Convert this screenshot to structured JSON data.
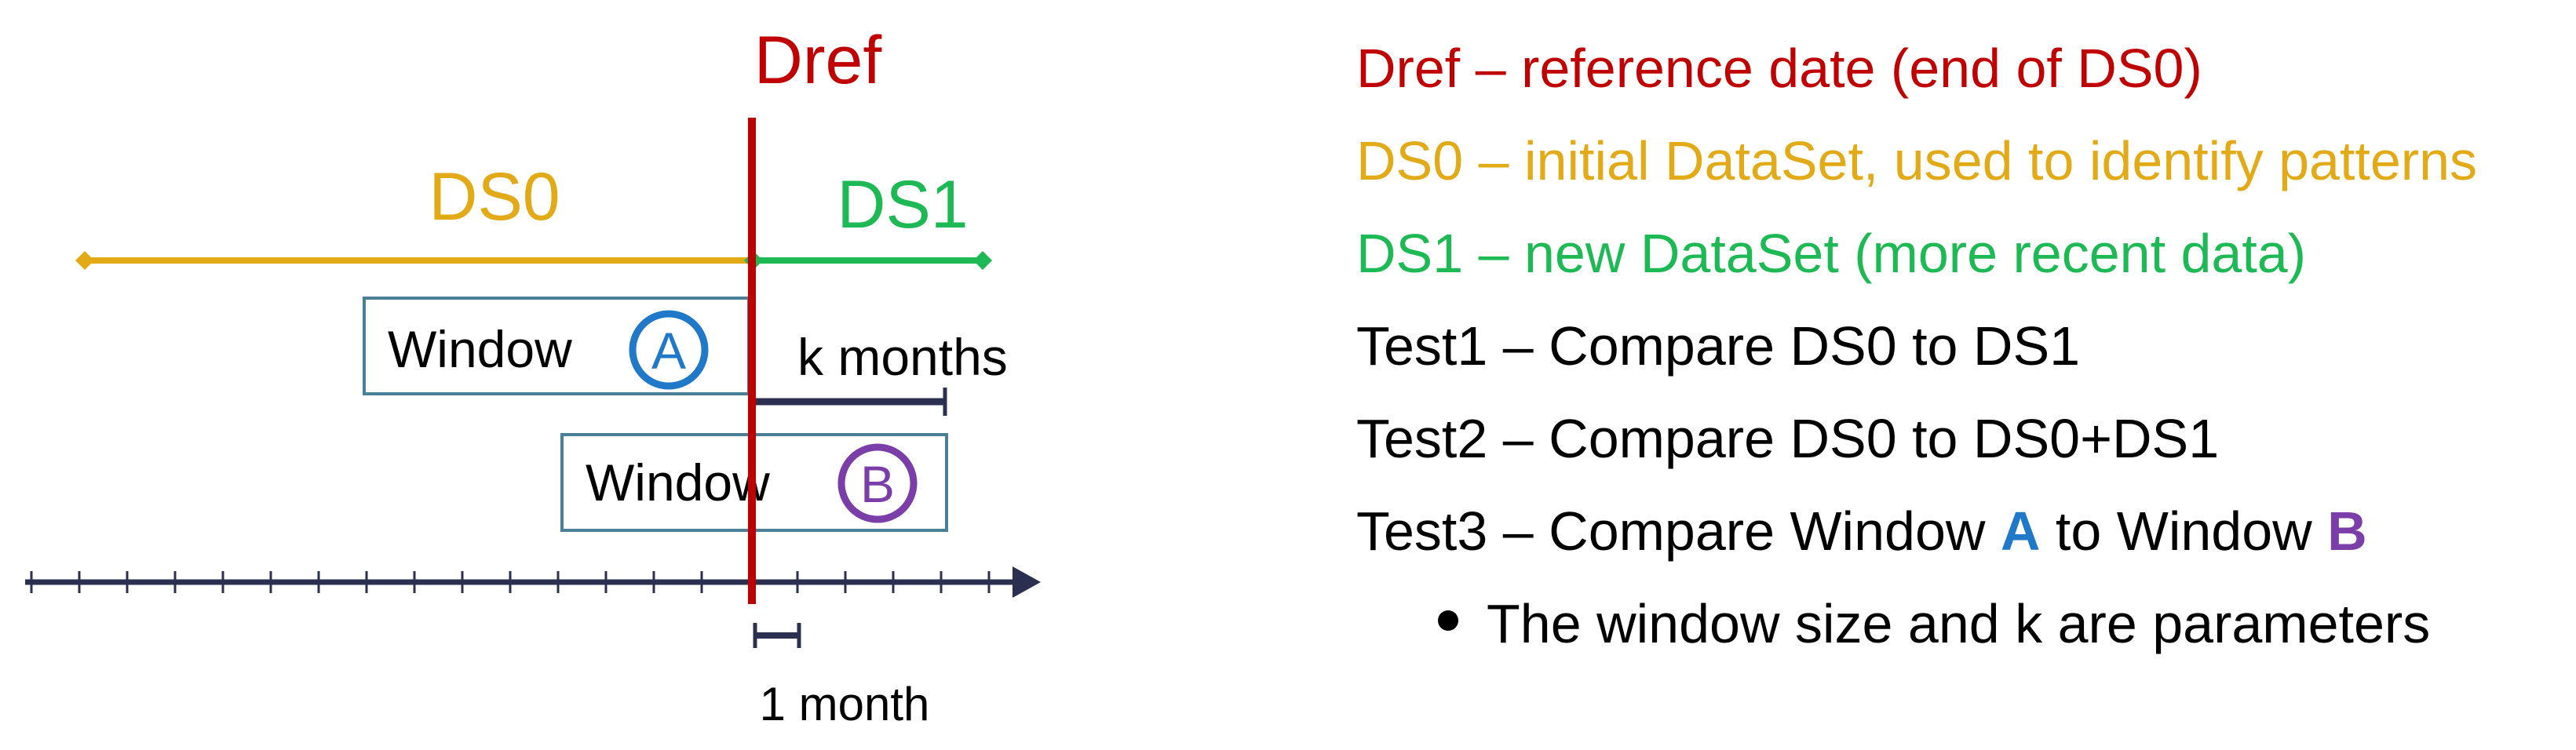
{
  "colors": {
    "dref": "#C00000",
    "ds0": "#E2AA16",
    "ds1": "#1DB954",
    "axis": "#2B3050",
    "window_border": "#4A7F97",
    "window_a": "#1F78C8",
    "window_b": "#7B3DA8",
    "text": "#000000"
  },
  "diagram": {
    "dref_label": "Dref",
    "ds0_label": "DS0",
    "ds1_label": "DS1",
    "window_a_label": "Window",
    "window_a_letter": "A",
    "window_b_label": "Window",
    "window_b_letter": "B",
    "k_months_label": "k months",
    "one_month_label": "1 month"
  },
  "legend": {
    "dref": "Dref – reference date (end of DS0)",
    "ds0": "DS0 – initial DataSet, used to identify patterns",
    "ds1": "DS1 – new DataSet (more recent data)",
    "test1": "Test1 – Compare DS0 to DS1",
    "test2": "Test2 – Compare DS0 to DS0+DS1",
    "test3_prefix": "Test3 – Compare Window ",
    "test3_a": "A",
    "test3_mid": " to Window ",
    "test3_b": "B",
    "note": "The window size and k are parameters"
  }
}
